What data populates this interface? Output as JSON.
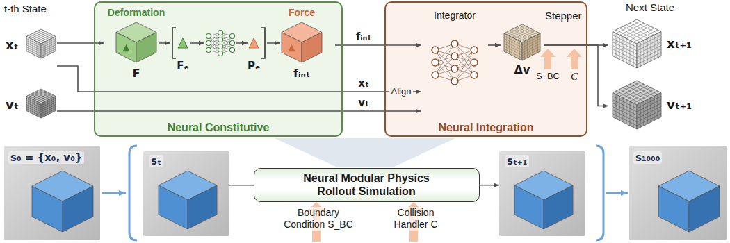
{
  "diagram": {
    "nodes": [
      {
        "text": [
          "xₜ"
        ]
      },
      {
        "text": [
          "vₜ"
        ]
      },
      {
        "text": [
          "Neural Constitutive"
        ]
      },
      {
        "text": [
          "Deformation",
          "F"
        ],
        "in": 2
      },
      {
        "text": [
          "Force",
          "fᵢₙₜ"
        ],
        "in": 2
      },
      {
        "text": [
          "Neural Integration"
        ]
      },
      {
        "text": [
          "Integrator"
        ],
        "in": 5
      },
      {
        "text": [
          "Δv"
        ],
        "in": 5
      },
      {
        "text": [
          "xₜ₊₁"
        ]
      },
      {
        "text": [
          "vₜ₊₁"
        ]
      },
      {
        "text": [
          "s₀ = {x₀, v₀}"
        ]
      },
      {
        "text": [
          "sₜ"
        ]
      },
      {
        "text": [
          "Neural Modular Physics Rollout Simulation"
        ]
      },
      {
        "text": [
          "sₜ₊₁"
        ]
      },
      {
        "text": [
          "s₁₀₀₀"
        ]
      }
    ],
    "edges": [
      {
        "from": 0,
        "to": 3,
        "arrow": "to"
      },
      {
        "from": 0,
        "to": 6,
        "arrow": "to",
        "label": "xₜ"
      },
      {
        "from": 1,
        "to": 6,
        "arrow": "to",
        "label": "vₜ"
      },
      {
        "from": 4,
        "to": 6,
        "arrow": "to",
        "label": "fᵢₙₜ"
      },
      {
        "from": 6,
        "to": 7,
        "arrow": "to"
      },
      {
        "from": 7,
        "to": 8,
        "arrow": "to"
      },
      {
        "from": 7,
        "to": 9,
        "arrow": "to"
      },
      {
        "from": 11,
        "to": 12,
        "arrow": "none"
      },
      {
        "from": 12,
        "to": 13,
        "arrow": "to"
      }
    ],
    "labels": [
      "t-th State",
      "Fₑ",
      "Pₑ",
      "Align",
      "Stepper",
      "S_BC",
      "C",
      "Next State",
      "Boundary Condition S_BC",
      "Collision Handler C"
    ]
  }
}
